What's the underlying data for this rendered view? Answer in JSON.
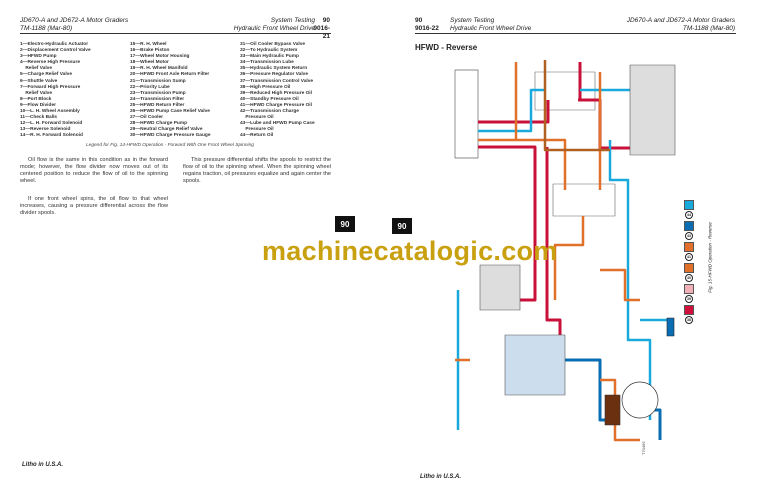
{
  "left_page": {
    "header": {
      "title": "JD670-A and JD672-A Motor Graders",
      "manual": "TM-1188  (Mar-80)",
      "section": "System Testing",
      "subsection": "Hydraulic Front Wheel Drive",
      "section_no": "90",
      "page_no": "9016-21"
    },
    "legend": [
      [
        "1—Electro-Hydraulic Actuator",
        "2—Displacement Control Valve",
        "3—HFWD Pump",
        "4—Reverse High Pressure",
        "    Relief Valve",
        "5—Charge Relief Valve",
        "6—Shuttle Valve",
        "7—Forward High Pressure",
        "    Relief Valve",
        "8—Port Block",
        "9—Flow Divider",
        "10—L. H. Wheel Assembly",
        "11—Check Balls",
        "12—L. H. Forward Solenoid",
        "13—Reverse Solenoid",
        "14—R. H. Forward Solenoid"
      ],
      [
        "15—R. H. Wheel",
        "16—Brake Piston",
        "17—Wheel Motor Housing",
        "18—Wheel Motor",
        "19—R. H. Wheel Manifold",
        "20—HFWD Front Axle Return Filter",
        "21—Transmission Sump",
        "22—Priority Lube",
        "23—Transmission Pump",
        "24—Transmission Filter",
        "25—HFWD Return Filter",
        "26—HFWD Pump Case Relief Valve",
        "27—Oil Cooler",
        "28—HFWD Charge Pump",
        "29—Neutral Charge Relief Valve",
        "30—HFWD Charge Pressure Gauge"
      ],
      [
        "31—Oil Cooler Bypass Valve",
        "32—To Hydraulic System",
        "33—Main Hydraulic Pump",
        "34—Transmission Lube",
        "35—Hydraulic System Return",
        "36—Pressure Regulator Valve",
        "37—Transmission Control Valve",
        "38—High Pressure Oil",
        "39—Reduced High Pressure Oil",
        "40—Standby Pressure Oil",
        "41—HFWD Charge Pressure Oil",
        "42—Transmission Charge",
        "    Pressure Oil",
        "43—Lube and HFWD Pump Case",
        "    Pressure Oil",
        "44—Return Oil"
      ]
    ],
    "legend_caption": "Legend for Fig. 14-HFWD Operation - Forward With One Front Wheel Spinning",
    "paragraphs": [
      "Oil flow is the same in this condition as in the forward mode; however, the flow divider now moves out of its centered position to reduce the flow of oil to the spinning wheel.",
      "If one front wheel spins, the oil flow to that wheel increases, causing a pressure differential across the flow divider spools.",
      "This pressure differential shifts the spools to restrict the flow of oil to the spinning wheel. When the spinning wheel regains traction, oil pressures equalize and again center the spools."
    ],
    "tab": "90",
    "footer": "Litho in U.S.A."
  },
  "right_page": {
    "header": {
      "section_no": "90",
      "page_no": "9016-22",
      "section": "System Testing",
      "subsection": "Hydraulic Front Wheel Drive",
      "title": "JD670-A and JD672-A Motor Graders",
      "manual": "TM-1188  (Mar-80)"
    },
    "heading": "HFWD - Reverse",
    "tab": "90",
    "figure_caption": "Fig. 15-HFWD Operation - Reverse",
    "figure_code": "T70495",
    "color_key": [
      {
        "num": "44",
        "color": "#1aa9dc"
      },
      {
        "num": "43",
        "color": "#0a6db3"
      },
      {
        "num": "41",
        "color": "#e0702a"
      },
      {
        "num": "40",
        "color": "#e0702a"
      },
      {
        "num": "39",
        "color": "#f0b0b8"
      },
      {
        "num": "38",
        "color": "#d0103a"
      }
    ],
    "footer": "Litho in U.S.A."
  },
  "watermark": "machinecatalogic.com"
}
